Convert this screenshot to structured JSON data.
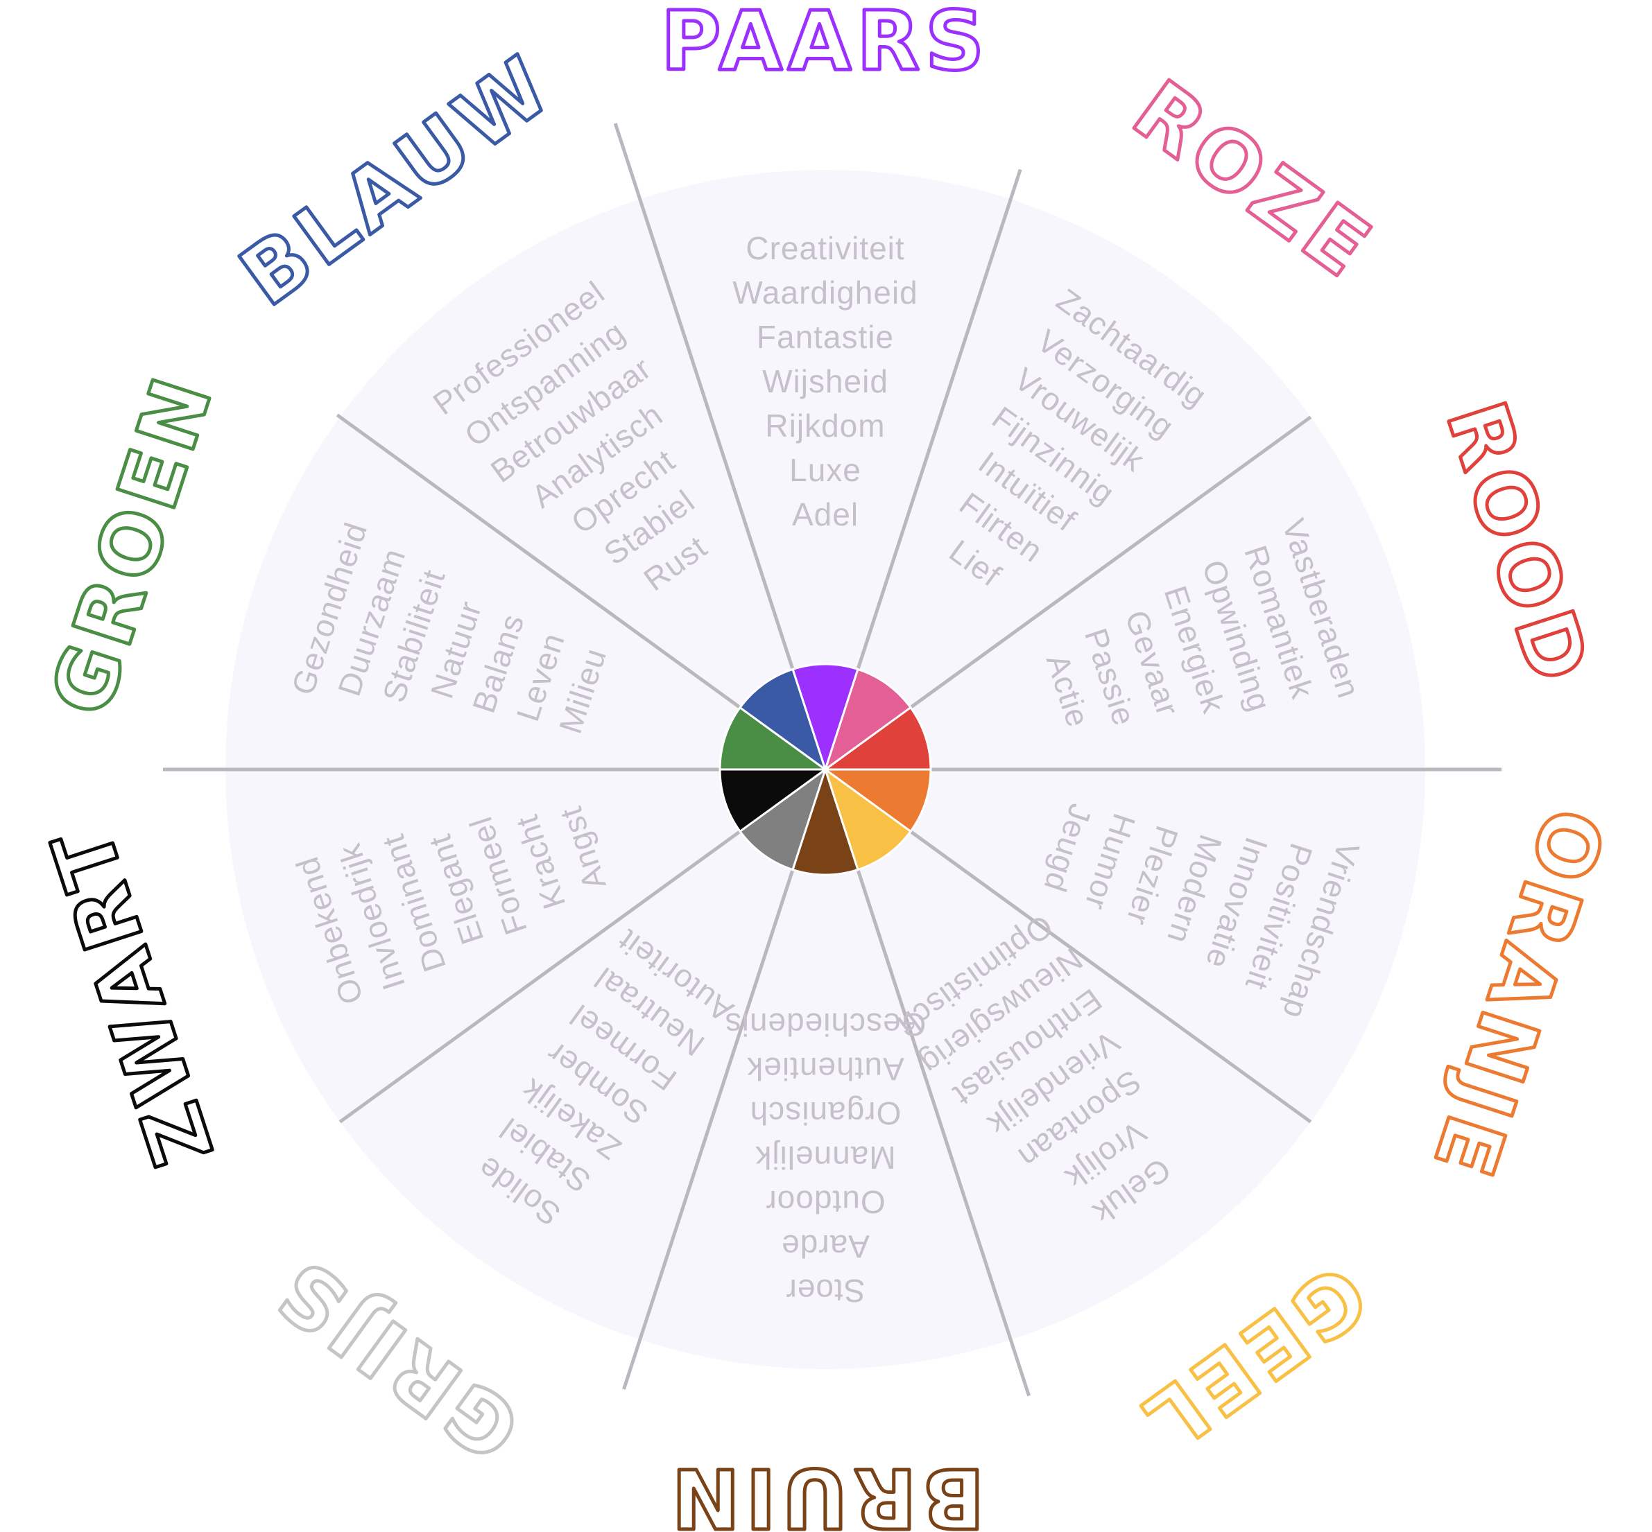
{
  "segments": [
    {
      "id": "paars",
      "title": "PAARS",
      "color": "#9b30ff",
      "words": [
        "Creativiteit",
        "Waardigheid",
        "Fantastie",
        "Wijsheid",
        "Rijkdom",
        "Luxe",
        "Adel"
      ]
    },
    {
      "id": "roze",
      "title": "ROZE",
      "color": "#e45f95",
      "words": [
        "Zachtaardig",
        "Verzorging",
        "Vrouwelijk",
        "Fijnzinnig",
        "Intuïtief",
        "Flirten",
        "Lief"
      ]
    },
    {
      "id": "rood",
      "title": "ROOD",
      "color": "#e0413a",
      "words": [
        "Vastberaden",
        "Romantiek",
        "Opwinding",
        "Energiek",
        "Gevaar",
        "Passie",
        "Actie"
      ]
    },
    {
      "id": "oranje",
      "title": "ORANJE",
      "color": "#ec7a30",
      "words": [
        "Vriendschap",
        "Positiviteit",
        "Innovatie",
        "Modern",
        "Plezier",
        "Humor",
        "Jeugd"
      ]
    },
    {
      "id": "geel",
      "title": "GEEL",
      "color": "#f8c044",
      "words": [
        "Geluk",
        "Vrolijk",
        "Spontaan",
        "Vriendelijk",
        "Enthousiast",
        "Nieuwsgierig",
        "Optimistisch"
      ]
    },
    {
      "id": "bruin",
      "title": "BRUIN",
      "color": "#7a4317",
      "words": [
        "Stoer",
        "Aarde",
        "Outdoor",
        "Mannelijk",
        "Organisch",
        "Authentiek",
        "Geschiedenis"
      ]
    },
    {
      "id": "grijs",
      "title": "GRIJS",
      "color": "#808080",
      "title_color": "#c5c5c5",
      "words": [
        "Solide",
        "Stabiel",
        "Zakelijk",
        "Somber",
        "Formeel",
        "Neutraal",
        "Autoriteit"
      ]
    },
    {
      "id": "zwart",
      "title": "ZWART",
      "color": "#0b0b0b",
      "words": [
        "Onbekend",
        "Invloedrijk",
        "Dominant",
        "Elegant",
        "Formeel",
        "Kracht",
        "Angst"
      ]
    },
    {
      "id": "groen",
      "title": "GROEN",
      "color": "#4a8e45",
      "words": [
        "Gezondheid",
        "Duurzaam",
        "Stabiliteit",
        "Natuur",
        "Balans",
        "Leven",
        "Milieu"
      ]
    },
    {
      "id": "blauw",
      "title": "BLAUW",
      "color": "#3a5aa6",
      "words": [
        "Professioneel",
        "Ontspanning",
        "Betrouwbaar",
        "Analytisch",
        "Oprecht",
        "Stabiel",
        "Rust"
      ]
    }
  ],
  "background_color": "#f8f6fd",
  "divider_color": "#bbb7bf"
}
